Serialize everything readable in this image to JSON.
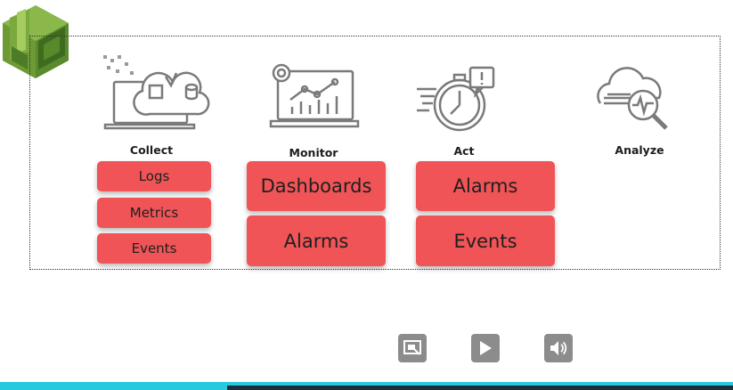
{
  "diagram": {
    "columns": [
      {
        "key": "collect",
        "label": "Collect",
        "icon": "cloud-laptop-lambda-icon",
        "items": [
          "Logs",
          "Metrics",
          "Events"
        ]
      },
      {
        "key": "monitor",
        "label": "Monitor",
        "icon": "laptop-chart-gear-icon",
        "items": [
          "Dashboards",
          "Alarms"
        ]
      },
      {
        "key": "act",
        "label": "Act",
        "icon": "stopwatch-alert-icon",
        "items": [
          "Alarms",
          "Events"
        ]
      },
      {
        "key": "analyze",
        "label": "Analyze",
        "icon": "cloud-magnifier-icon",
        "items": []
      }
    ]
  },
  "logo": {
    "icon": "aws-cloudwatch-logo"
  },
  "player": {
    "controls": [
      "screen-capture-icon",
      "play-icon",
      "volume-icon"
    ],
    "progress": 0.31
  },
  "colors": {
    "pill": "#f05456",
    "accent": "#27c9df",
    "icon_gray": "#8c8c8c"
  }
}
